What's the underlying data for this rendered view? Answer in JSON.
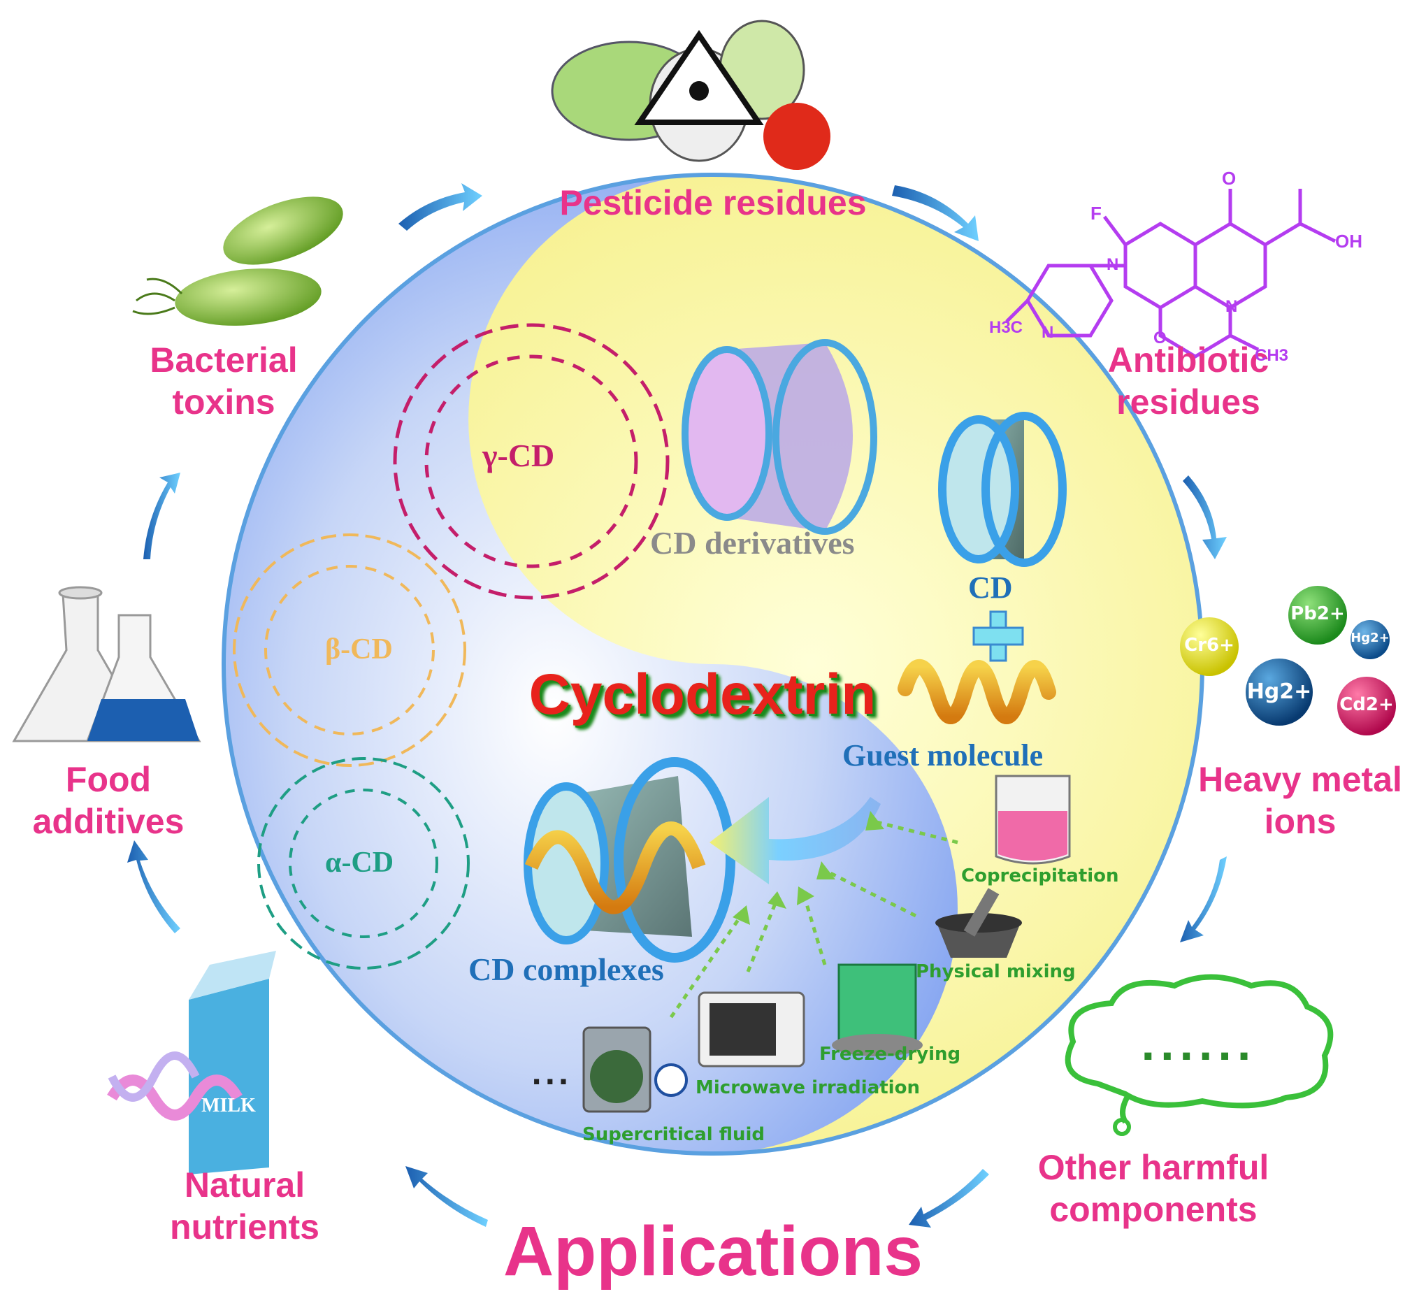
{
  "center": {
    "title": "Cyclodextrin",
    "bottom_title": "Applications"
  },
  "cd_types": {
    "gamma": "γ-CD",
    "beta": "β-CD",
    "alpha": "α-CD",
    "derivatives": "CD derivatives",
    "cd": "CD",
    "plus": "+",
    "guest": "Guest molecule",
    "complexes": "CD complexes"
  },
  "methods": {
    "coprecipitation": "Coprecipitation",
    "physical_mixing": "Physical mixing",
    "freeze_drying": "Freeze-drying",
    "microwave": "Microwave irradiation",
    "supercritical": "Supercritical fluid",
    "more": "..."
  },
  "applications": {
    "pesticide": "Pesticide residues",
    "antibiotic": [
      "Antibiotic",
      "residues"
    ],
    "heavy_metal": [
      "Heavy metal",
      "ions"
    ],
    "other": [
      "Other harmful",
      "components"
    ],
    "nutrients": [
      "Natural",
      "nutrients"
    ],
    "food_additives": [
      "Food",
      "additives"
    ],
    "bacterial": [
      "Bacterial",
      "toxins"
    ]
  },
  "ions": {
    "cr": "Cr6+",
    "pb": "Pb2+",
    "hg_small": "Hg2+",
    "hg": "Hg2+",
    "cd": "Cd2+"
  },
  "molecule_labels": {
    "f": "F",
    "o": "O",
    "oh": "OH",
    "n1": "N",
    "n2": "N",
    "n3": "N",
    "o2": "O",
    "h3c": "H3C",
    "ch3": "CH3"
  },
  "misc": {
    "milk": "MILK",
    "other_dots": "......"
  },
  "colors": {
    "pink": "#e8338a",
    "blue_text": "#1f6fb8",
    "gamma": "#c41e6a",
    "beta": "#f0b85a",
    "alpha": "#1e9e84",
    "purple": "#b43cf0",
    "green_method": "#2e9e2e"
  }
}
